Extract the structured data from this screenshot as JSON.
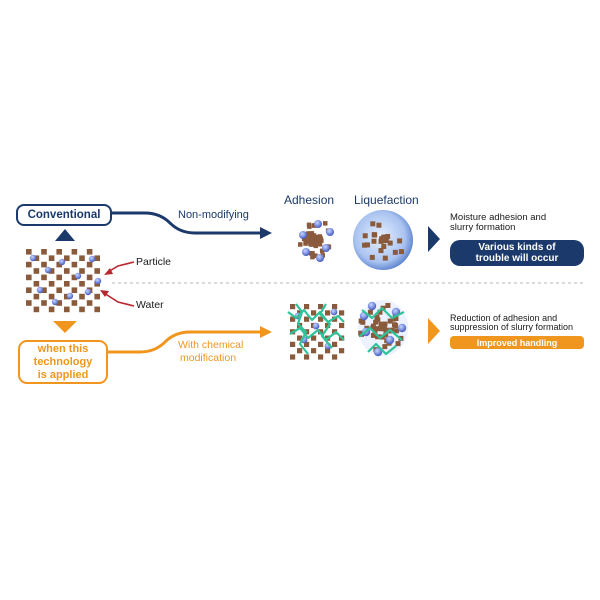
{
  "boxes": {
    "conventional": "Conventional",
    "technology_line1": "when this",
    "technology_line2": "technology",
    "technology_line3": "is applied"
  },
  "labels": {
    "particle": "Particle",
    "water": "Water",
    "non_modifying": "Non-modifying",
    "with_chemical_line1": "With chemical",
    "with_chemical_line2": "modification",
    "adhesion": "Adhesion",
    "liquefaction": "Liquefaction"
  },
  "outcomes": {
    "top_line1": "Moisture adhesion and",
    "top_line2": "slurry formation",
    "top_pill_line1": "Various kinds of",
    "top_pill_line2": "trouble will occur",
    "bottom_line1": "Reduction of adhesion and",
    "bottom_line2": "suppression of slurry formation",
    "bottom_pill": "Improved handling"
  },
  "colors": {
    "navy": "#1b3a6b",
    "orange": "#f0961e",
    "particle": "#8a5a3c",
    "water": "#6b7fd6",
    "modifier": "#2fc39a",
    "arrow_red": "#b8282e"
  }
}
